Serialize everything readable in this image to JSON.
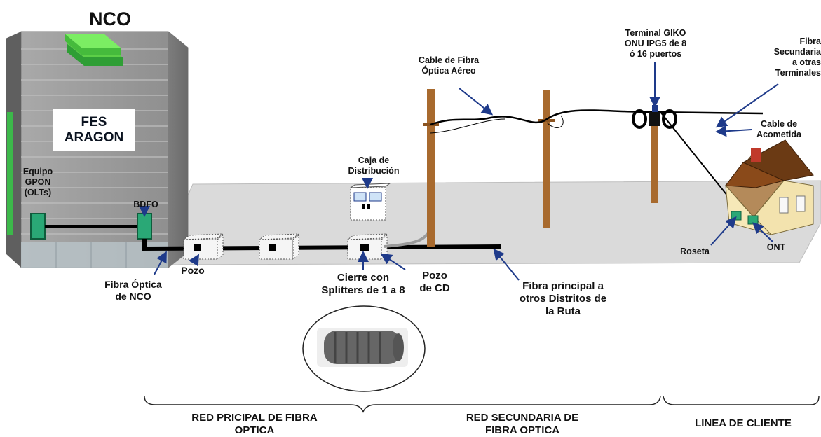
{
  "labels": {
    "nco": "NCO",
    "fes_aragon": "FES\nARAGON",
    "equipo_gpon": "Equipo\nGPON\n(OLTs)",
    "bdfo": "BDFO",
    "fibra_optica_nco": "Fibra Óptica\nde NCO",
    "pozo": "Pozo",
    "caja_distribucion": "Caja de\nDistribución",
    "cierre_splitters": "Cierre con\nSplitters de 1 a 8",
    "pozo_cd": "Pozo\nde CD",
    "fibra_principal": "Fibra principal a\notros Distritos de\nla Ruta",
    "cable_aereo": "Cable de Fibra\nÓptica Aéreo",
    "terminal_giko": "Terminal GIKO\nONU IPG5 de 8\nó 16 puertos",
    "fibra_secundaria": "Fibra\nSecundaria\na otras\nTerminales",
    "cable_acometida": "Cable de\nAcometida",
    "roseta": "Roseta",
    "ont": "ONT"
  },
  "sections": [
    "RED PRICIPAL DE FIBRA\nOPTICA",
    "RED SECUNDARIA DE\nFIBRA OPTICA",
    "LINEA DE CLIENTE"
  ],
  "colors": {
    "building": "#9a9a9a",
    "roof": "#6fe35a",
    "ground": "#d9d9d9",
    "pole": "#a86a2e",
    "fiber": "#000000",
    "arrow": "#1e3a8a",
    "connector": "#2aa876"
  }
}
